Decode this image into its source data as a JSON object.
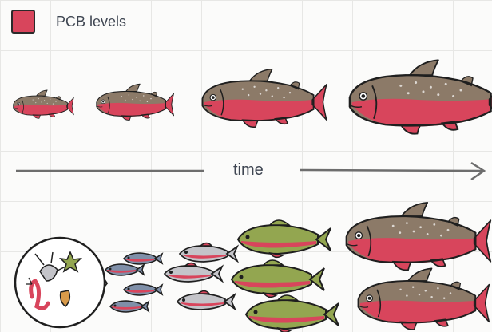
{
  "legend": {
    "label": "PCB levels",
    "color": "#d8455c"
  },
  "axis": {
    "label": "time"
  },
  "colors": {
    "pcb_red": "#d8455c",
    "trout_back": "#8c7a68",
    "small_fish_back": "#7f8fa8",
    "medium_fish_back": "#c4c4c9",
    "green_fish_back": "#93a650",
    "outline": "#1f1f1f"
  },
  "rows": {
    "top": {
      "description_icon": "fish-growth-sequence"
    },
    "bottom": {
      "description_icon": "food-chain-sequence"
    }
  }
}
